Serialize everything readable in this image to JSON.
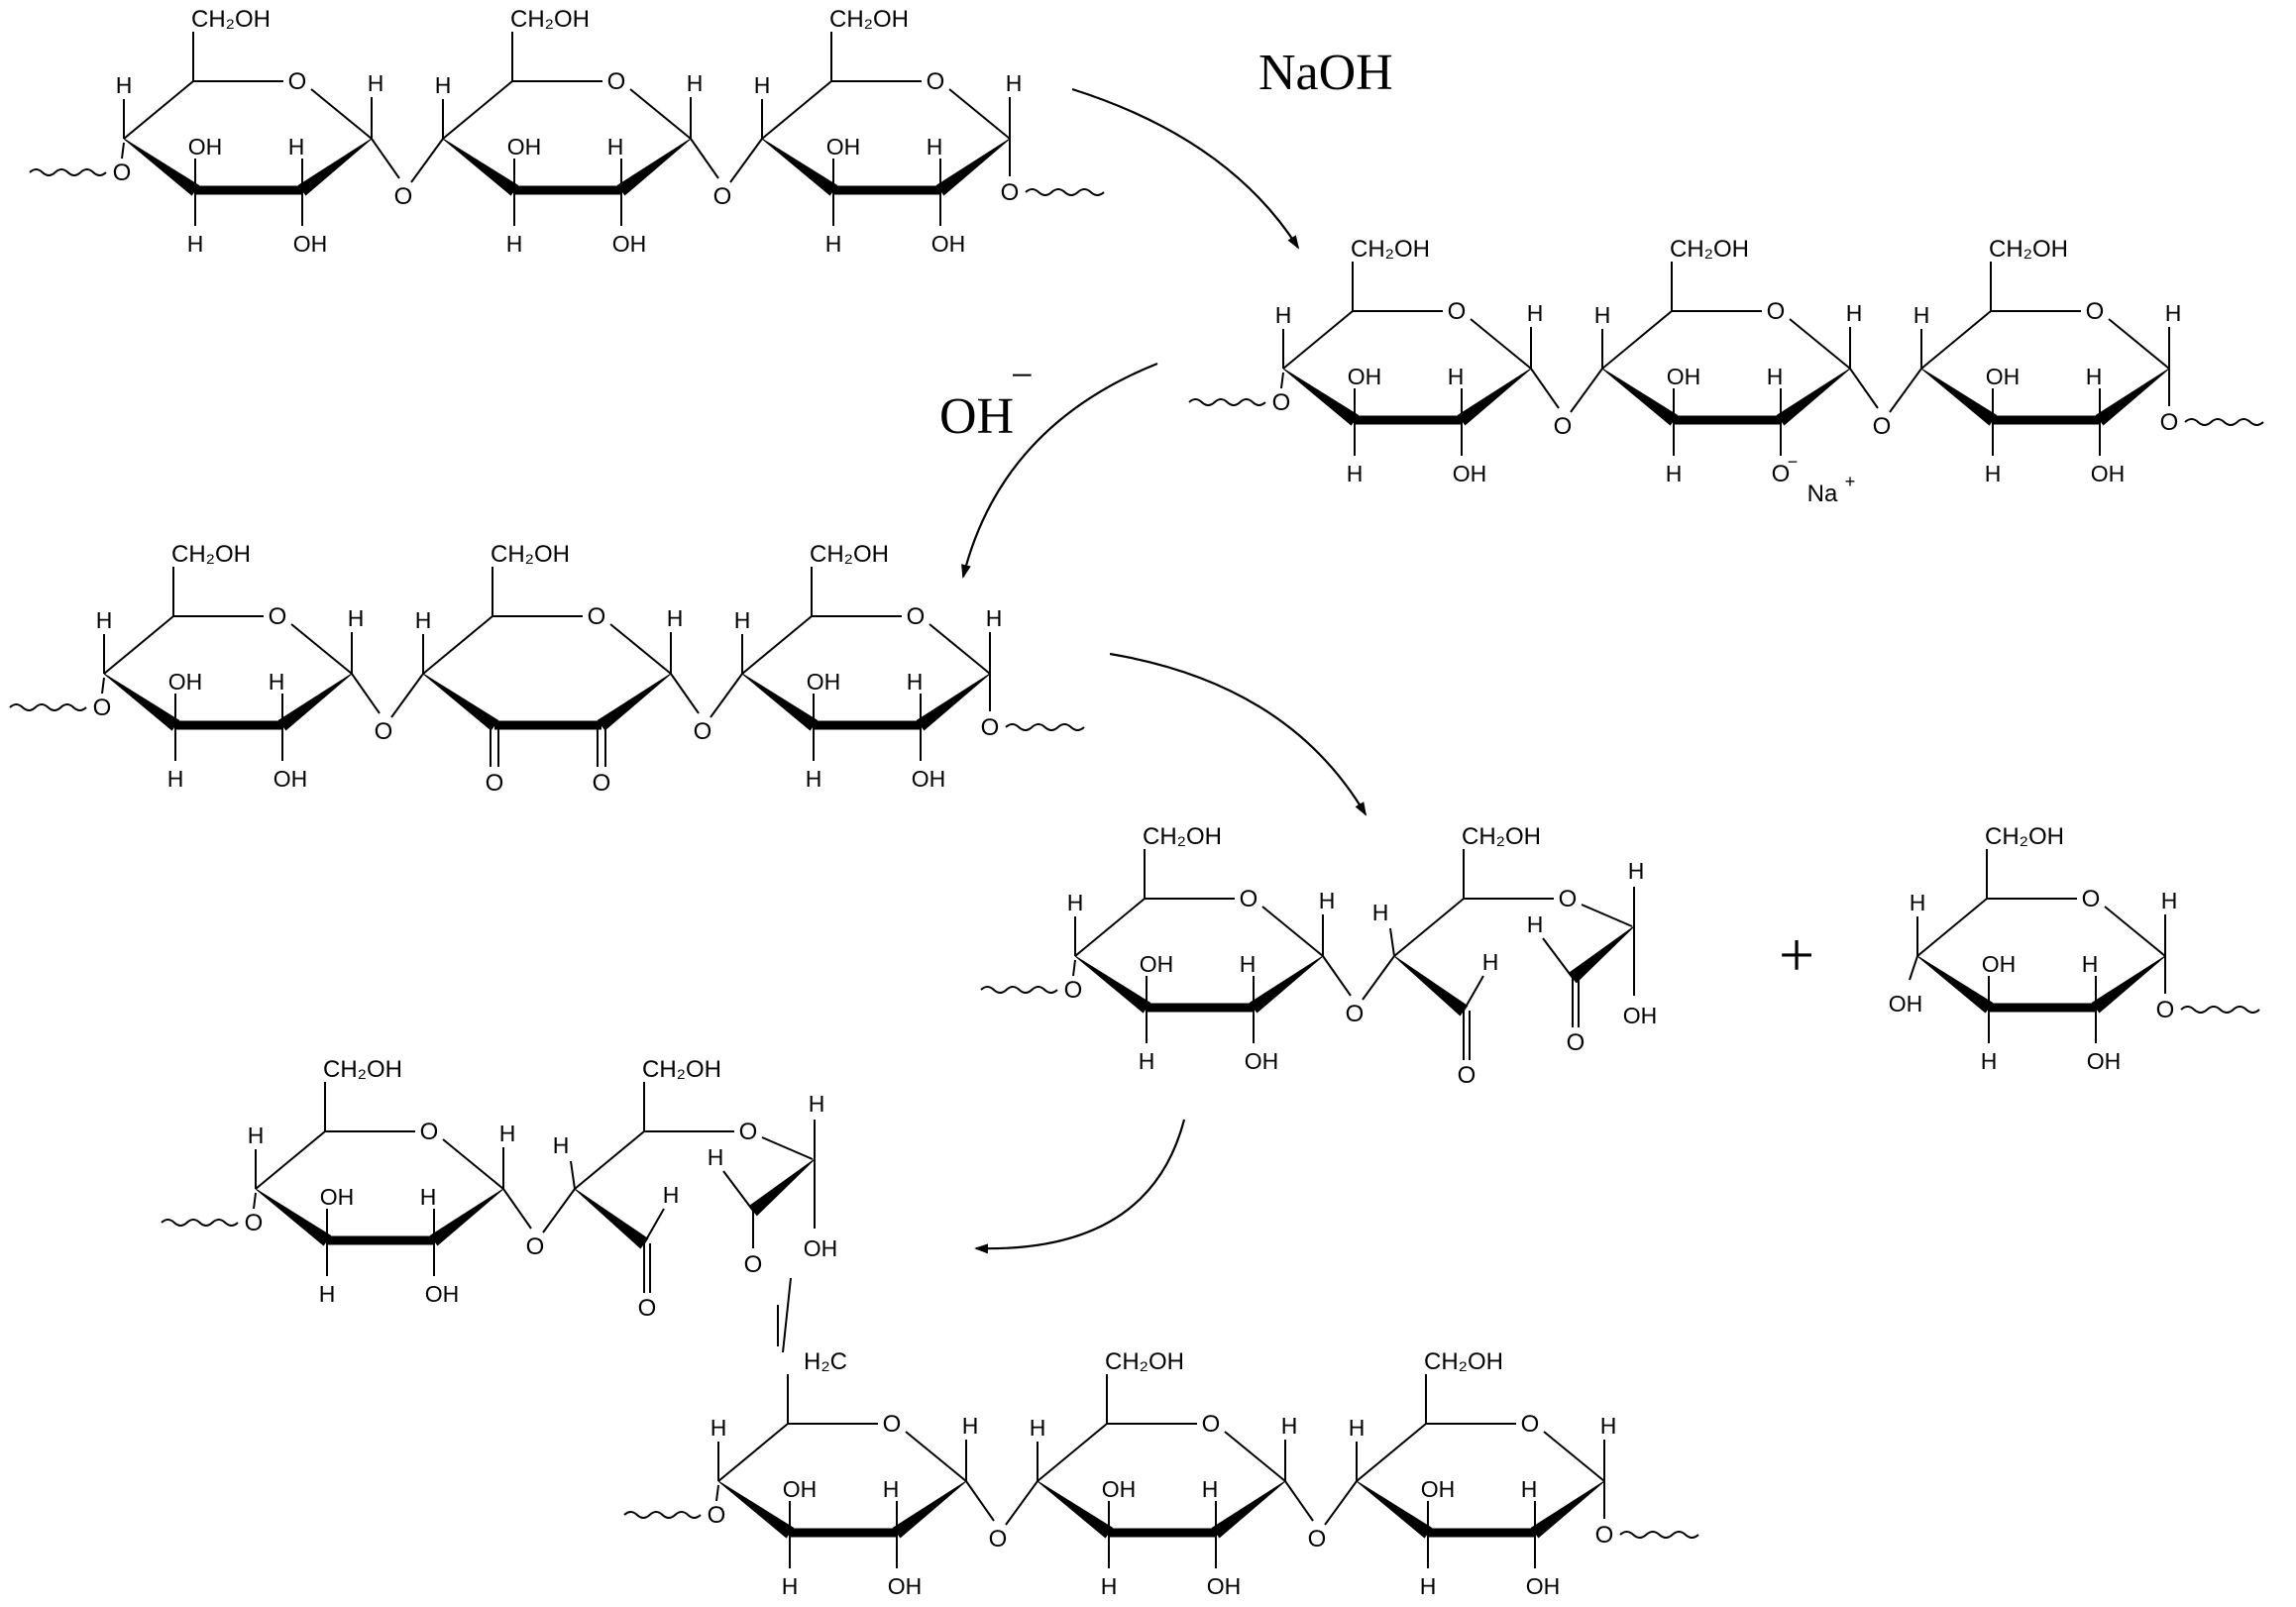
{
  "labels": {
    "ch2oh": "CH₂OH",
    "h2c": "H₂C",
    "oh": "OH",
    "h": "H",
    "o": "O",
    "o_minus": "O",
    "na_plus": "Na",
    "minus": "−",
    "plus_charge": "+"
  },
  "reagents": {
    "naoh": "NaOH",
    "hydroxide": "OH",
    "hydroxide_charge": "−",
    "plus": "+"
  },
  "colors": {
    "ink": "#000000",
    "background": "#ffffff"
  },
  "structures": [
    {
      "id": "cellulose-chain",
      "units": [
        "glucose",
        "glucose",
        "glucose"
      ]
    },
    {
      "id": "alkali-cellulose",
      "units": [
        "glucose",
        "glucose-alkoxide",
        "glucose"
      ]
    },
    {
      "id": "diketone-intermediate",
      "units": [
        "glucose",
        "diketone",
        "glucose"
      ]
    },
    {
      "id": "cleaved-dialdehyde",
      "units": [
        "glucose",
        "dialdehyde"
      ]
    },
    {
      "id": "released-glucose",
      "units": [
        "glucose"
      ]
    },
    {
      "id": "crosslinked-product",
      "units": [
        "glucose",
        "dialdehyde",
        "glucose",
        "glucose",
        "glucose"
      ]
    }
  ]
}
